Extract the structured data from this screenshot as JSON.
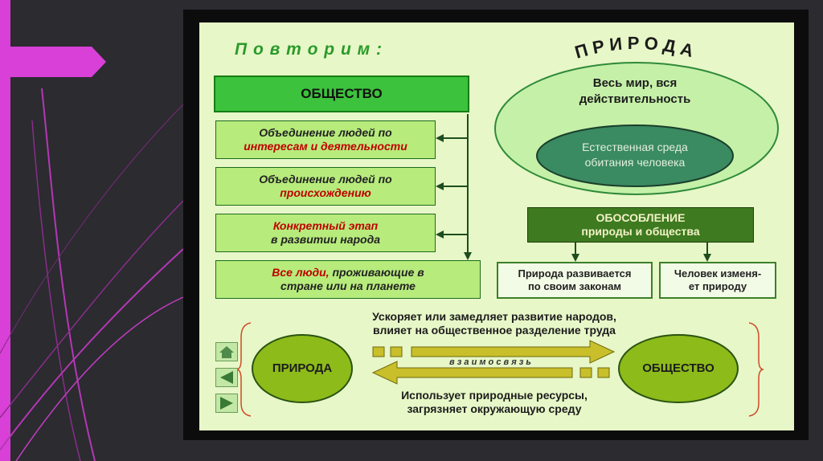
{
  "heading": "П о в т о р и м :",
  "society": {
    "title": "ОБЩЕСТВО",
    "items": [
      {
        "line1": "Объединение людей по",
        "line2": "интересам и деятельности"
      },
      {
        "line1": "Объединение людей по",
        "line2": "происхождению"
      },
      {
        "line1": "Конкретный этап",
        "line2": "в развитии народа"
      },
      {
        "line1_red": "Все люди,",
        "line1_rest": "проживающие в",
        "line2": "стране или на планете"
      }
    ]
  },
  "nature": {
    "title": "ПРИРОДА",
    "outer_line1": "Весь мир, вся",
    "outer_line2": "действительность",
    "inner_line1": "Естественная среда",
    "inner_line2": "обитания человека",
    "separation_line1": "ОБОСОБЛЕНИЕ",
    "separation_line2": "природы и общества",
    "left_box_line1": "Природа развивается",
    "left_box_line2": "по своим законам",
    "right_box_line1": "Человек изменя-",
    "right_box_line2": "ет природу"
  },
  "interaction": {
    "top_line1": "Ускоряет или замедляет развитие народов,",
    "top_line2": "влияет на общественное разделение труда",
    "left_oval": "ПРИРОДА",
    "right_oval": "ОБЩЕСТВО",
    "middle_label": "в з а и м о с в я з ь",
    "bottom_line1": "Использует природные ресурсы,",
    "bottom_line2": "загрязняет окружающую среду"
  },
  "nav": {
    "home_icon": "home-icon",
    "prev_icon": "triangle-left-icon",
    "next_icon": "triangle-right-icon"
  },
  "colors": {
    "accent_magenta": "#e040e0",
    "header_green": "#3cc23c",
    "dark_green": "#3e7a1f",
    "slide_bg": "#e7f7c7"
  }
}
